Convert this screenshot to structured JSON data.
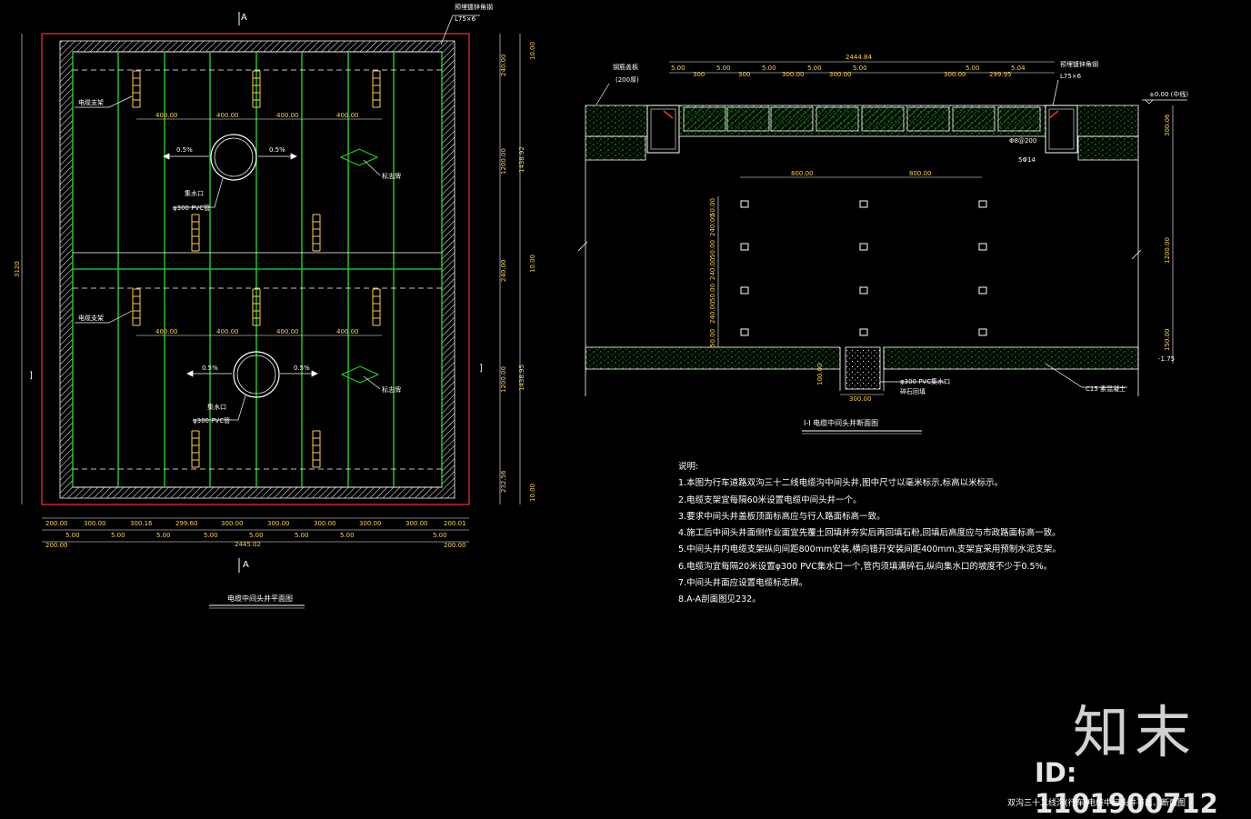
{
  "watermark": {
    "brand_cn": "知末",
    "id_text": "ID: 1101900712"
  },
  "plan": {
    "section_mark_top": "A",
    "section_mark_bottom": "A",
    "side_mark_left": "]",
    "side_mark_right": "]",
    "angle_label": "预埋镀锌角钢",
    "angle_spec": "L75×6",
    "height_total": "3120",
    "spacing_top": [
      "400.00",
      "400.00",
      "400.00",
      "400.00"
    ],
    "spacing_bottom": [
      "400.00",
      "400.00",
      "400.00",
      "400.00"
    ],
    "slope": "0.5%",
    "pipe_label_1": "集水口",
    "pipe_spec": "φ300 PVC管",
    "pipe_label_2": "集水口",
    "marker_label": "标志牌",
    "bracket_label": "电缆支架",
    "right_dims": [
      "240.00",
      "1200.00",
      "240.00",
      "1200.00",
      "232.56"
    ],
    "right_dims_small": [
      "10.00",
      "10.00",
      "10.00"
    ],
    "right_sub": [
      "1438.92",
      "1438.95"
    ],
    "bottom_row1": [
      "200.00",
      "300.00",
      "300.16",
      "299.60",
      "300.00",
      "300.00",
      "300.00",
      "300.00",
      "300.00",
      "200.01"
    ],
    "bottom_row2": [
      "5.00",
      "5.00",
      "5.00",
      "5.00",
      "5.00",
      "5.00",
      "5.00",
      "5.00"
    ],
    "bottom_total": "2445.02",
    "bottom_ends": [
      "200.00",
      "200.00"
    ],
    "title": "电缆中间头井平面图"
  },
  "section": {
    "top_total": "2444.84",
    "top_row": [
      "5.00",
      "300",
      "5.00",
      "300",
      "5.00",
      "300.00",
      "5.00",
      "300.00",
      "5.00",
      "300.00",
      "5.00",
      "299.95",
      "5.04"
    ],
    "cover_label": "钢筋盖板",
    "cover_spec": "(200厚)",
    "angle_label": "预埋镀锌角钢",
    "angle_spec": "L75×6",
    "level_top": "±0.00 (中线)",
    "rebar_label": "Φ8@200",
    "rebar_label2": "5Φ14",
    "inner_dims": [
      "800.00",
      "800.00"
    ],
    "left_dims": [
      "50.00",
      "240.00",
      "50.00",
      "240.00",
      "50.00",
      "240.00",
      "50.00"
    ],
    "right_dims": [
      "300.06",
      "1200.00",
      "150.00"
    ],
    "level_bottom": "-1.75",
    "bottom_dims": [
      "100.00",
      "300.00"
    ],
    "drain_label": "φ300 PVC集水口",
    "drain_label2": "碎石回填",
    "base_label": "C15 素混凝土",
    "title": "Ⅰ-Ⅰ 电缆中间头井断面图"
  },
  "notes": {
    "heading": "说明:",
    "items": [
      "1.本图为行车道路双沟三十二线电缆沟中间头井,图中尺寸以毫米标示,标高以米标示。",
      "2.电缆支架宜每隔60米设置电缆中间头井一个。",
      "3.要求中间头井盖板顶面标高应与行人路面标高一致。",
      "4.施工后中间头井面侧作业面宜先覆土回填并夯实后再回填石粉,回填后高度应与市政路面标高一致。",
      "5.中间头井内电缆支架纵向间距800mm安装,横向错开安装间距400mm,支架宜采用预制水泥支架。",
      "6.电缆沟宜每隔20米设置φ300 PVC集水口一个,管内须填满碎石,纵向集水口的坡度不少于0.5%。",
      "7.中间头井面应设置电缆标志牌。",
      "8.A-A剖面图见232。"
    ]
  },
  "footer_title": "双沟三十二线沟(行车)电缆中间头井平面、断面图",
  "colors": {
    "bg": "#000000",
    "wall": "#ff3030",
    "green": "#22e022",
    "yellow": "#ffd23a",
    "white": "#ffffff"
  }
}
